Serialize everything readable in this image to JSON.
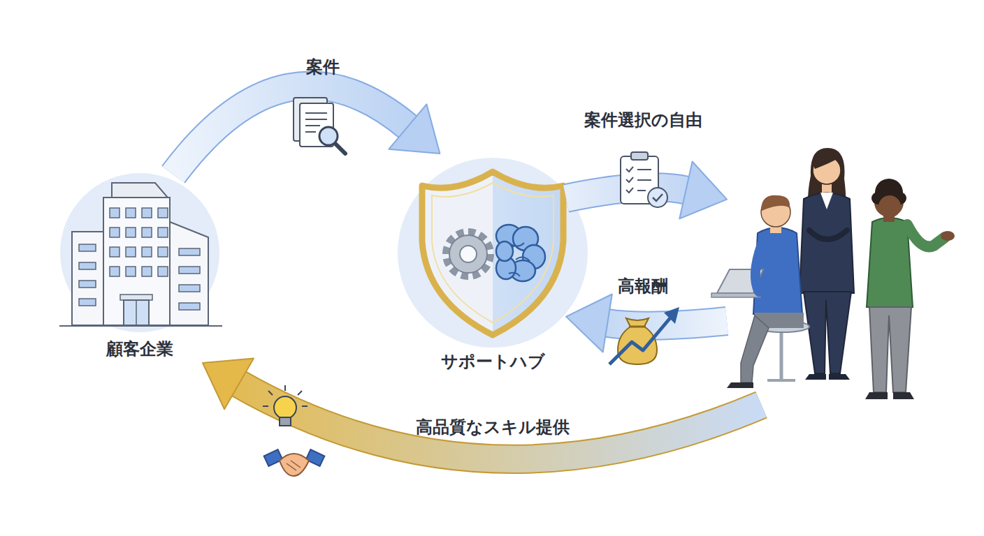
{
  "diagram": {
    "nodes": [
      {
        "text": [
          "顧客企業"
        ]
      },
      {
        "text": [
          "サポートハブ"
        ]
      },
      {
        "text": []
      }
    ],
    "edges": [
      {
        "from": 0,
        "to": 1,
        "label": "案件",
        "arrow": "to"
      },
      {
        "from": 1,
        "to": 2,
        "label": "案件選択の自由",
        "arrow": "to"
      },
      {
        "from": 2,
        "to": 1,
        "label": "高報酬",
        "arrow": "to"
      },
      {
        "from": 2,
        "to": 0,
        "label": "高品質なスキル提供",
        "arrow": "to"
      }
    ]
  }
}
